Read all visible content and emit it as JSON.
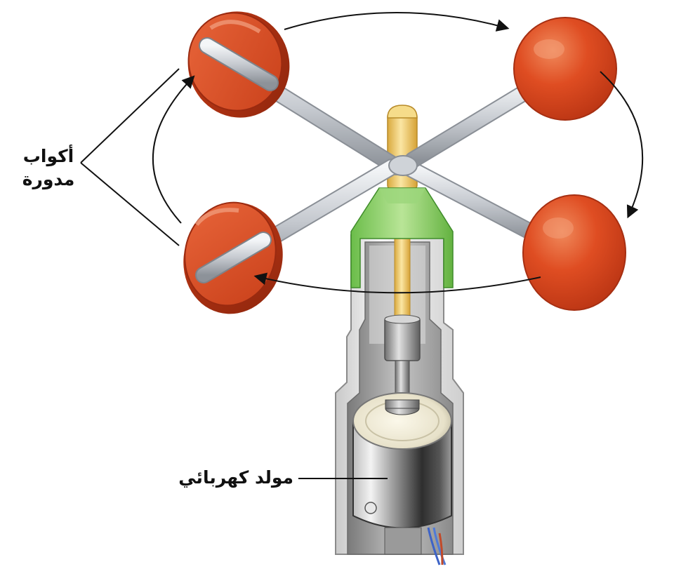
{
  "labels": {
    "rotating_cups_line1": "أكواب",
    "rotating_cups_line2": "مدورة",
    "electric_generator": "مولد كهربائي"
  },
  "colors": {
    "cup": "#d9441f",
    "cup_dark": "#9a2a10",
    "rod": "#c8ccd2",
    "shaft": "#f1cf72",
    "collar": "#8ccf64",
    "housing": "#ededed",
    "generator_body": "#3b3b3b"
  },
  "icons": {
    "rotation": "curved-arrow-icon"
  }
}
